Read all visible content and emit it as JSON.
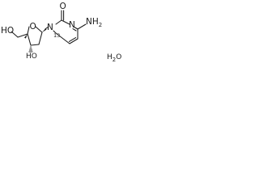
{
  "labels": {
    "hydroxyl_5prime": "HO",
    "ring_oxygen": "O",
    "hydroxyl_3prime": "HO",
    "hydroxyl_3prime_prefix": "H",
    "hydroxyl_3prime_suffix": "O",
    "carbonyl_oxygen": "O",
    "ring_nitrogen_1": "N",
    "ring_nitrogen_3": "N",
    "amino_group": "NH",
    "amino_subscript": "2",
    "isotope_label": "13",
    "water_h": "H",
    "water_subscript": "2",
    "water_o": "O"
  },
  "colors": {
    "ink": "#1a1a1a",
    "background": "#ffffff"
  }
}
